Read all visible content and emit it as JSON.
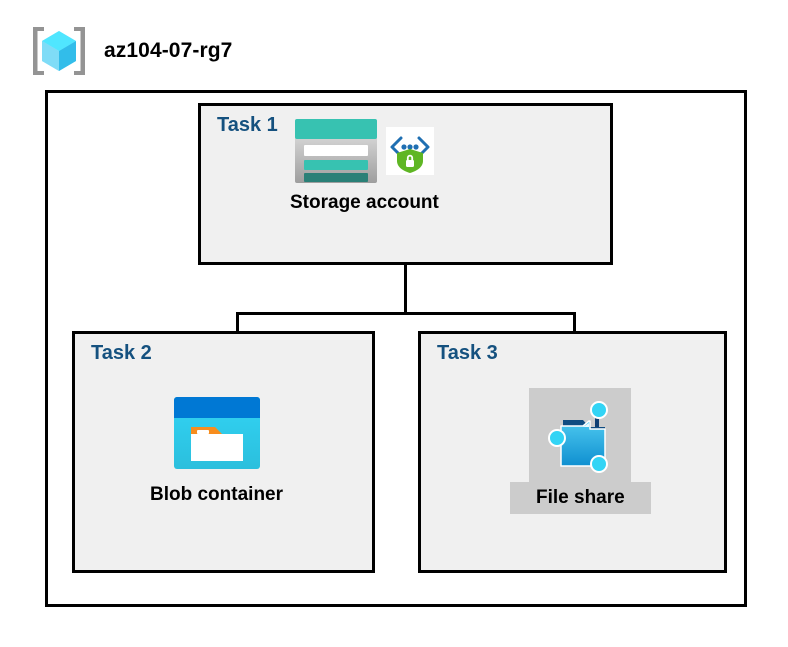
{
  "header": {
    "icon": "resource-group-icon",
    "title": "az104-07-rg7"
  },
  "container": {
    "name": "resource-group-container"
  },
  "tasks": [
    {
      "id": "task-1",
      "label": "Task 1",
      "node": {
        "caption": "Storage account",
        "icons": [
          "storage-account-icon",
          "secure-private-endpoint-icon"
        ],
        "highlighted": false
      }
    },
    {
      "id": "task-2",
      "label": "Task 2",
      "node": {
        "caption": "Blob container",
        "icons": [
          "blob-container-icon"
        ],
        "highlighted": false
      }
    },
    {
      "id": "task-3",
      "label": "Task 3",
      "node": {
        "caption": "File share",
        "icons": [
          "file-share-icon"
        ],
        "highlighted": true
      }
    }
  ],
  "connectors": {
    "description": "tree connector from Storage account down to Blob container and File share"
  },
  "colors": {
    "task_label": "#15517f",
    "task_fill": "#f0f0f0",
    "border": "#000000",
    "highlight": "#cccccc",
    "storage_teal": "#37c2b1",
    "storage_teal_dark": "#2a8077",
    "blob_blue_dark": "#0078d4",
    "blob_cyan": "#32d4f5",
    "blob_orange": "#f78d1e",
    "shield_green": "#5fb624",
    "cube_cyan": "#50e6ff",
    "bracket_gray": "#949494"
  }
}
